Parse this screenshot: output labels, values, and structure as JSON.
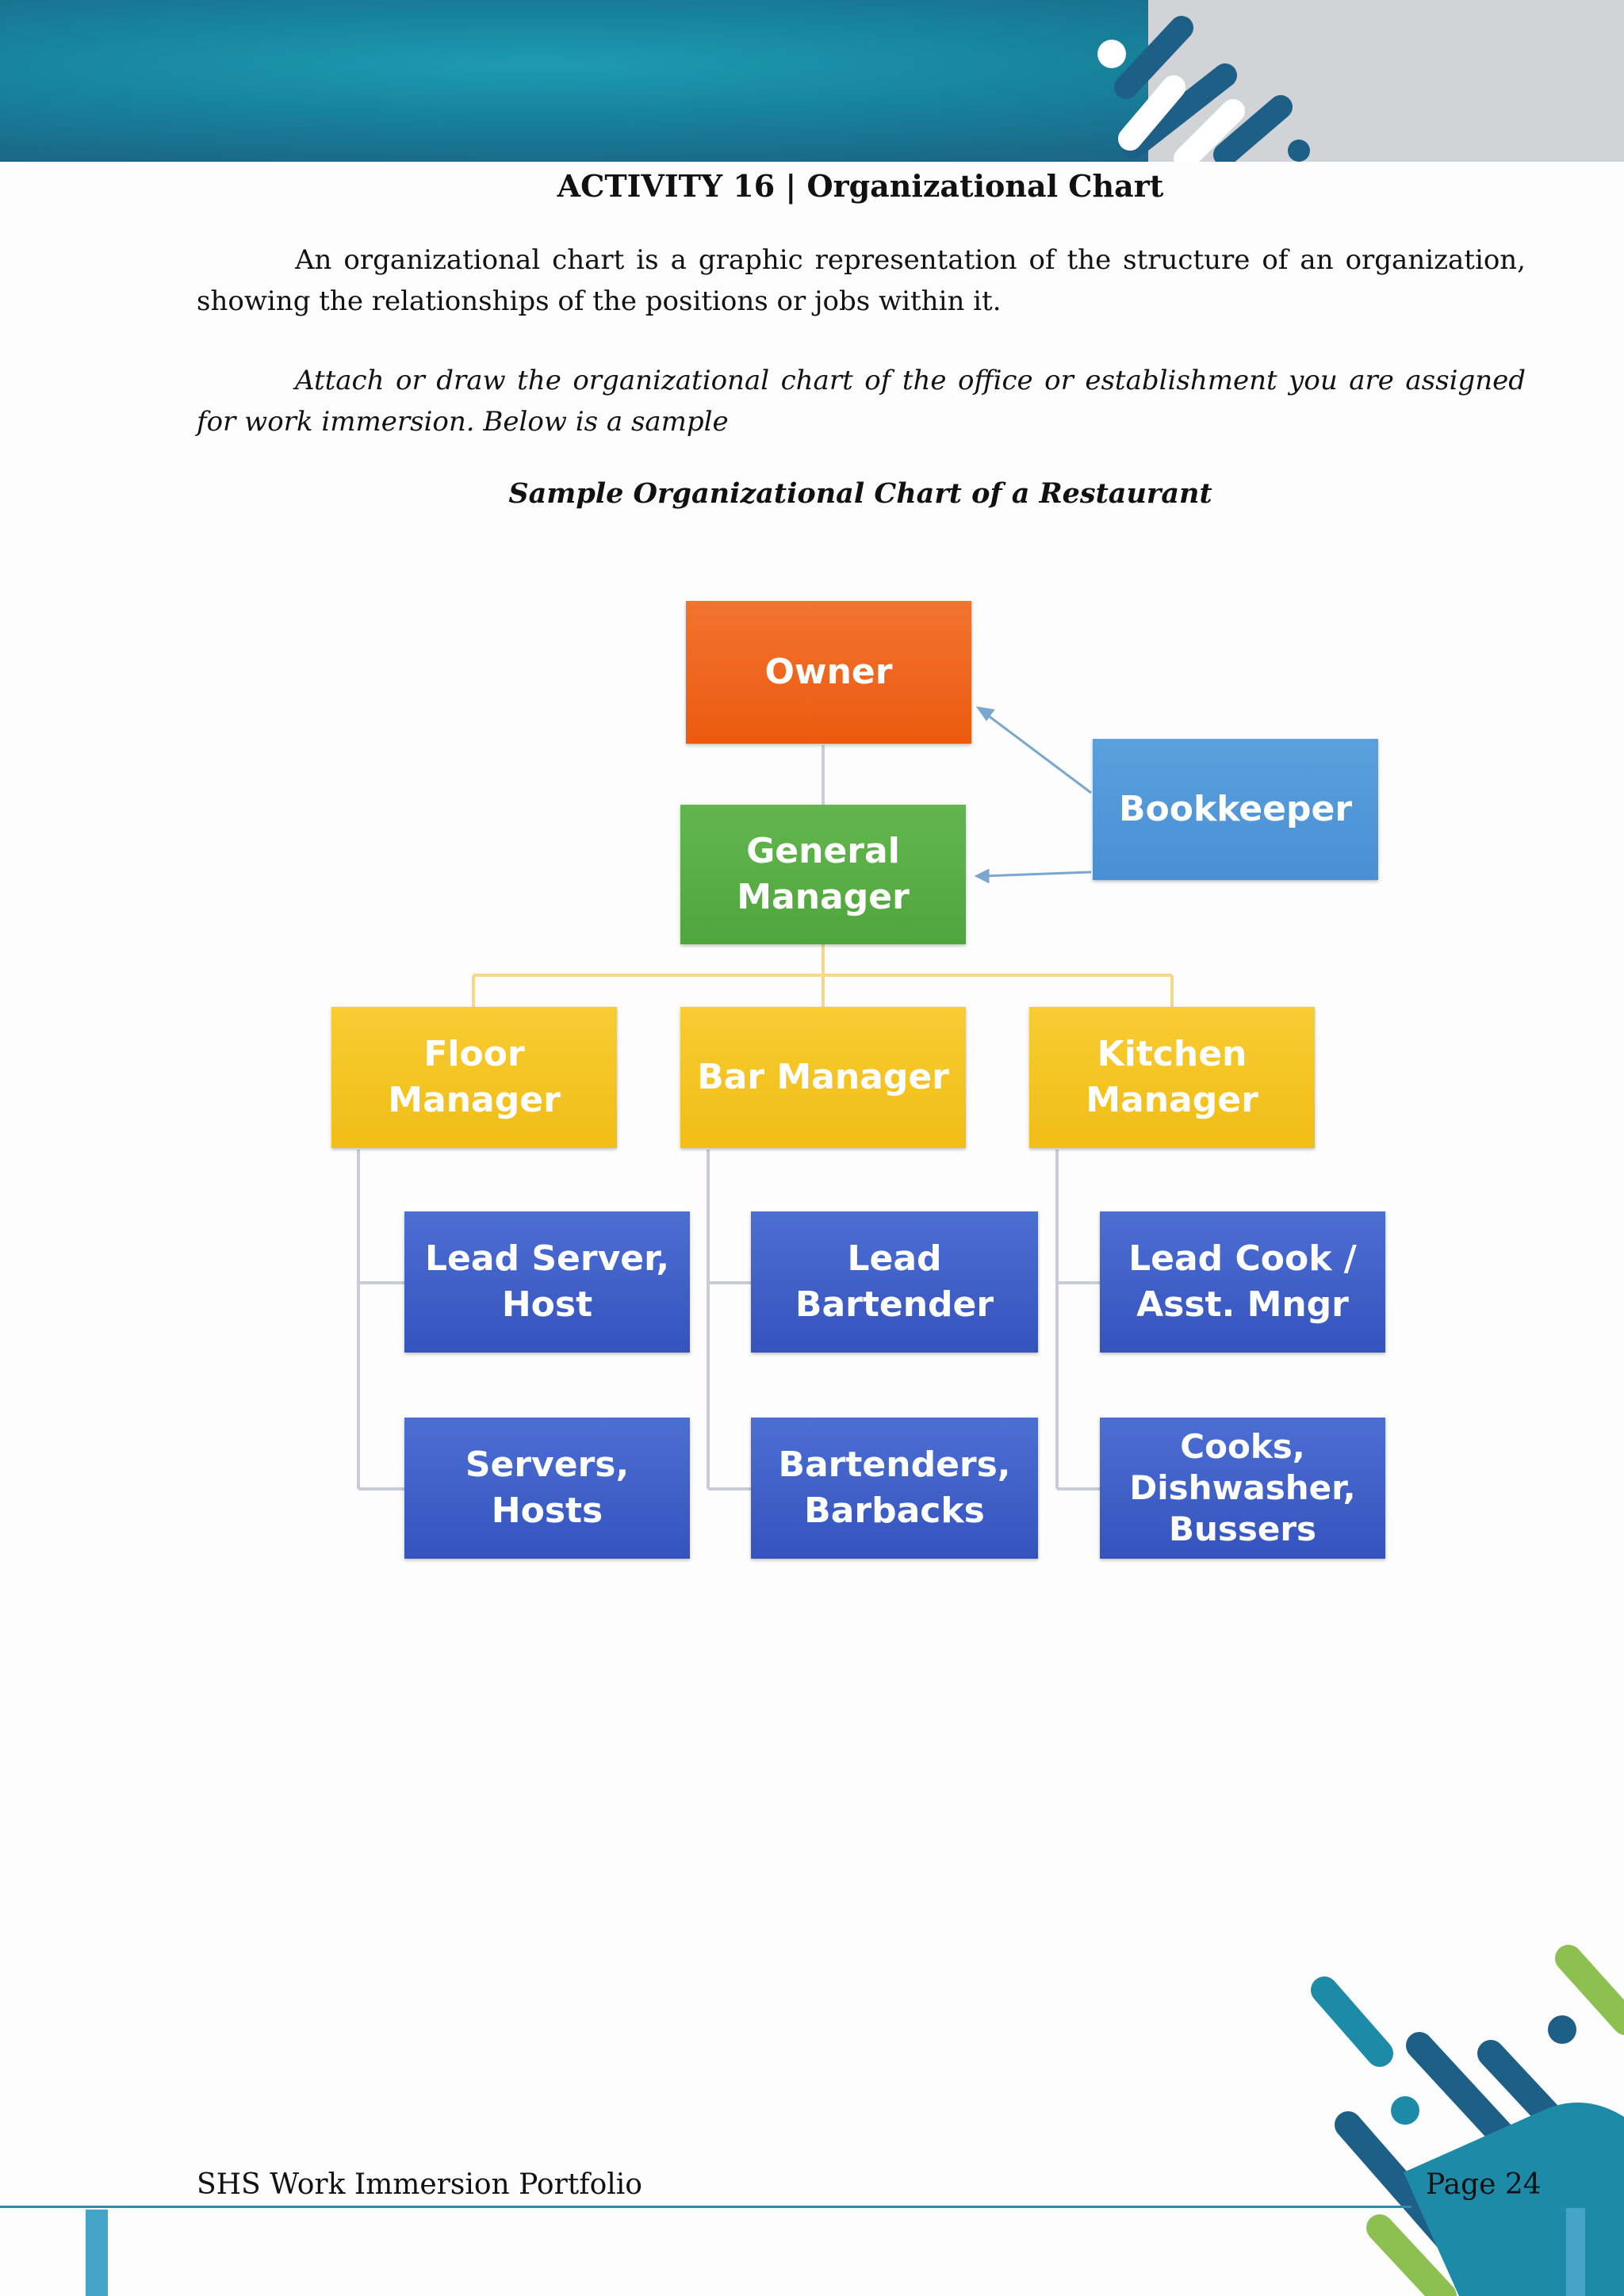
{
  "document": {
    "title": "ACTIVITY 16 | Organizational Chart",
    "intro": "An organizational chart is a graphic representation of the structure of an organization, showing the relationships of the positions or jobs within it.",
    "instruction": "Attach or draw the organizational chart of the office or establishment you are assigned for work immersion. Below is a sample",
    "caption": "Sample Organizational Chart of a Restaurant"
  },
  "org_chart": {
    "owner": "Owner",
    "bookkeeper": "Bookkeeper",
    "general_manager": "General\nManager",
    "floor_manager": "Floor Manager",
    "bar_manager": "Bar Manager",
    "kitchen_manager": "Kitchen\nManager",
    "lead_server": "Lead Server,\nHost",
    "servers": "Servers,  Hosts",
    "lead_bartender": "Lead Bartender",
    "bartenders": "Bartenders,\nBarbacks",
    "lead_cook": "Lead Cook /\nAsst. Mngr",
    "cooks": "Cooks,\nDishwasher,\nBussers"
  },
  "footer": {
    "left": "SHS Work Immersion Portfolio",
    "right": "Page 24"
  },
  "colors": {
    "header_teal": "#17849d",
    "orange": "#ec5a10",
    "green": "#4fa63c",
    "light_blue": "#4a8fd3",
    "yellow": "#f1bd16",
    "blue": "#3553bd"
  }
}
